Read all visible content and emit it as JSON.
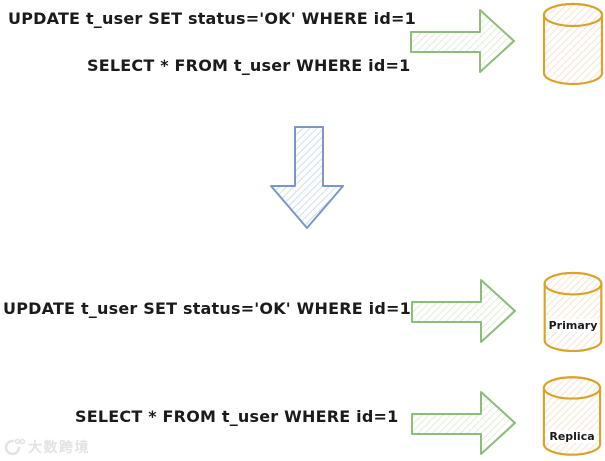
{
  "diagram_type": "read-write splitting (database routing) diagram",
  "before": {
    "update_sql": "UPDATE t_user SET status='OK' WHERE id=1",
    "select_sql": "SELECT * FROM t_user WHERE id=1",
    "db_label": ""
  },
  "after": {
    "update_sql": "UPDATE t_user SET status='OK' WHERE id=1",
    "select_sql": "SELECT * FROM t_user WHERE id=1",
    "primary_db_label": "Primary",
    "replica_db_label": "Replica"
  },
  "watermark": {
    "text": "大数跨境"
  },
  "icons": {
    "right_arrow": "right-arrow-icon",
    "down_arrow": "down-arrow-icon",
    "database": "database-cylinder-icon",
    "watermark_logo": "speech-bubble-logo-icon"
  },
  "colors": {
    "background": "#ffffff",
    "text": "#1b1b1b",
    "arrow_green_stroke": "#8cbd79",
    "arrow_green_hatch": "#dcecd3",
    "arrow_blue_stroke": "#7b96c8",
    "arrow_blue_hatch": "#ccd8ee",
    "db_stroke": "#d9a32a",
    "db_hatch": "#f7e0cc",
    "watermark": "#e3e3e3"
  }
}
